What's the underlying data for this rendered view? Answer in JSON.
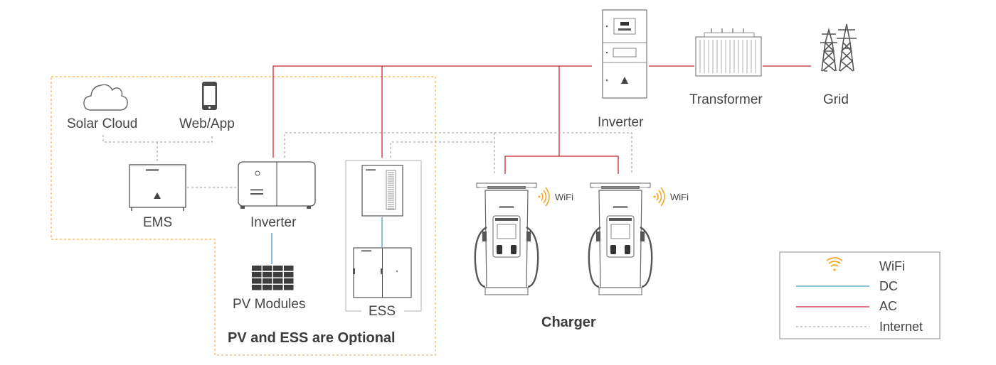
{
  "labels": {
    "solar_cloud": "Solar Cloud",
    "web_app": "Web/App",
    "ems": "EMS",
    "inverter_small": "Inverter",
    "inverter_cabinet": "Inverter",
    "pv_modules": "PV Modules",
    "ess": "ESS",
    "optional_note": "PV and ESS are Optional",
    "transformer": "Transformer",
    "grid": "Grid",
    "charger": "Charger",
    "wifi_1": "WiFi",
    "wifi_2": "WiFi"
  },
  "legend": {
    "items": [
      {
        "label": "WiFi",
        "icon": "wifi-icon",
        "color": "#f5a623"
      },
      {
        "label": "DC",
        "line": "solid",
        "color": "#4a9ec4"
      },
      {
        "label": "AC",
        "line": "solid",
        "color": "#c8282d"
      },
      {
        "label": "Internet",
        "line": "dashed",
        "color": "#9a9a9a"
      }
    ]
  },
  "colors": {
    "ac": "#c8282d",
    "dc": "#4a9ec4",
    "internet": "#9a9a9a",
    "optional_border": "#f3b24a",
    "wifi": "#f5a623"
  }
}
